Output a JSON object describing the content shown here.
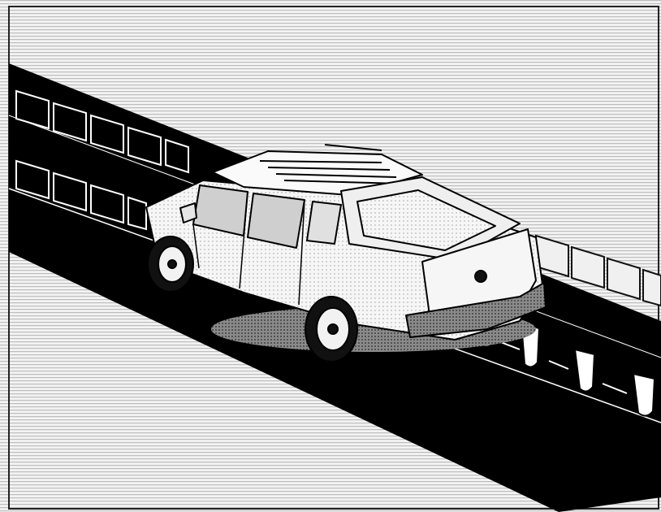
{
  "illustration": {
    "subject": "pickup-truck-driving-on-road",
    "style": "black-and-white-line-art",
    "colors": {
      "background": "#e6e6e6",
      "road": "#000000",
      "line": "#ffffff",
      "truck_fill": "#f2f2f2",
      "shadow": "#9a9a9a"
    },
    "objects": [
      "truck",
      "road",
      "lane-markers",
      "roadside-barrier",
      "stripe-background"
    ]
  }
}
